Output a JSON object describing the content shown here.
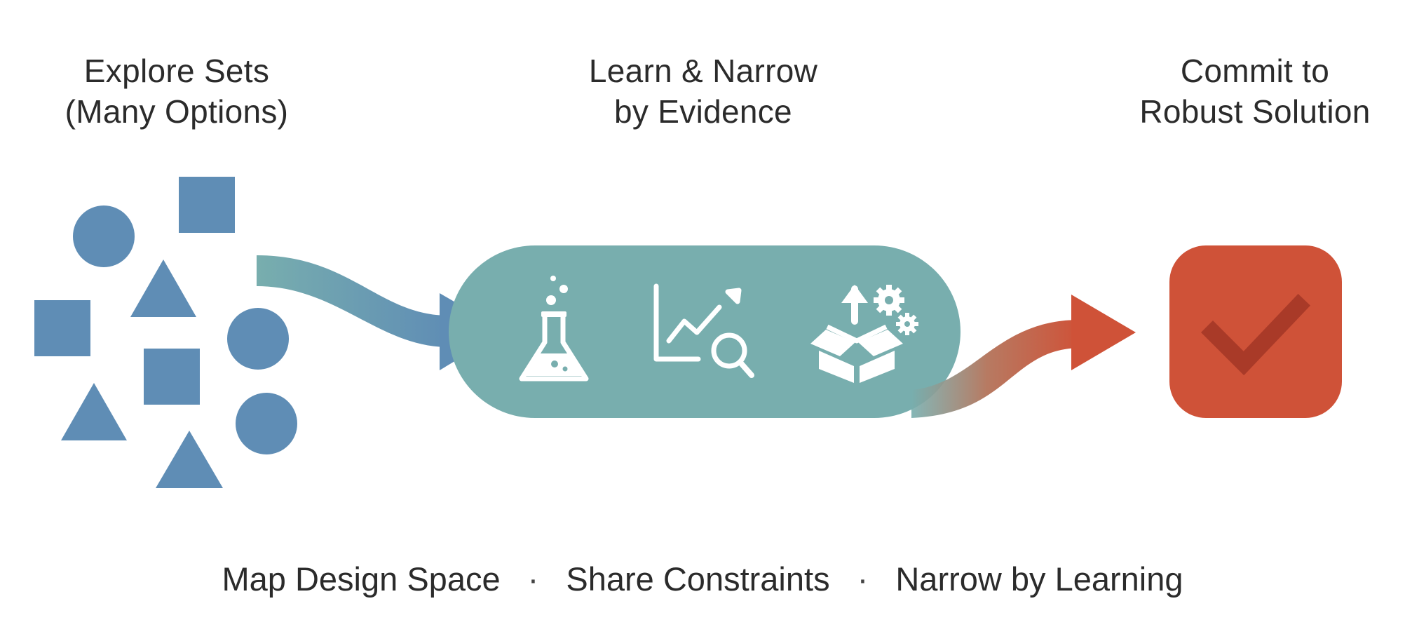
{
  "stages": [
    {
      "line1": "Explore Sets",
      "line2": "(Many Options)"
    },
    {
      "line1": "Learn & Narrow",
      "line2": "by Evidence"
    },
    {
      "line1": "Commit to",
      "line2": "Robust Solution"
    }
  ],
  "footer": {
    "items": [
      "Map Design Space",
      "Share Constraints",
      "Narrow by Learning"
    ],
    "separator": "·"
  },
  "icons": {
    "stage2": [
      "flask-icon",
      "chart-magnifier-icon",
      "box-gears-icon"
    ],
    "stage3": "checkmark-icon"
  },
  "colors": {
    "shapes_blue": "#5f8db5",
    "pill_teal": "#78aeae",
    "accent_red": "#cf5238",
    "check_dark": "#a93a28",
    "text": "#2b2b2b"
  }
}
